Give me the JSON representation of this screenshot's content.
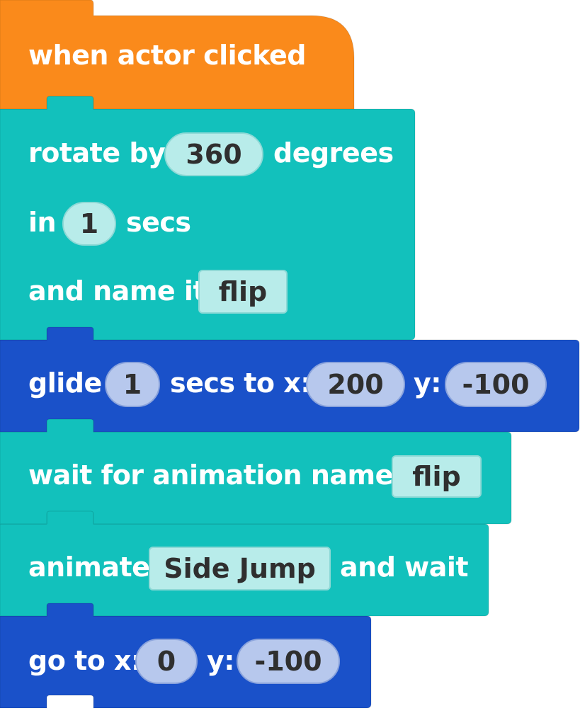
{
  "colors": {
    "event": "#fa8a1b",
    "motion_teal": "#12c1bc",
    "motion_blue": "#1a51c9",
    "slot_teal": "#b8ecea",
    "slot_blue": "#b7c8ed"
  },
  "blocks": {
    "when_clicked": {
      "label": "when actor clicked"
    },
    "rotate": {
      "label_rotate_by": "rotate by",
      "degrees_value": "360",
      "label_degrees": "degrees",
      "label_in": "in",
      "secs_value": "1",
      "label_secs": "secs",
      "label_name_it": "and name it",
      "name_value": "flip"
    },
    "glide": {
      "label_glide": "glide",
      "secs_value": "1",
      "label_secs_to_x": "secs to x:",
      "x_value": "200",
      "label_y": "y:",
      "y_value": "-100"
    },
    "wait_anim": {
      "label": "wait for animation named",
      "name_value": "flip"
    },
    "animate": {
      "label_animate": "animate",
      "animation_value": "Side Jump",
      "label_and_wait": "and wait"
    },
    "goto": {
      "label_go_to_x": "go to x:",
      "x_value": "0",
      "label_y": "y:",
      "y_value": "-100"
    }
  }
}
